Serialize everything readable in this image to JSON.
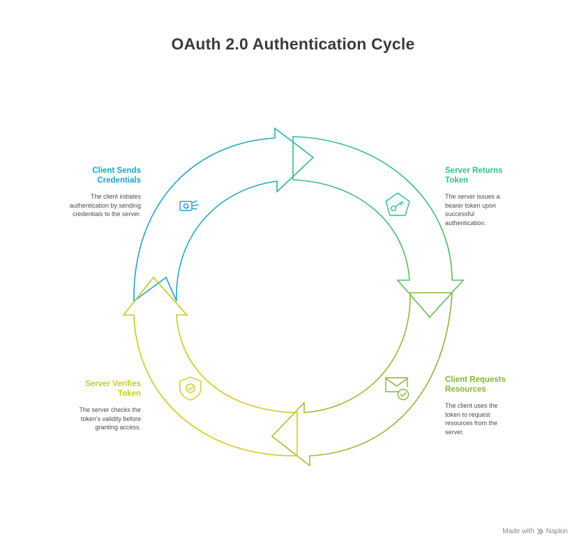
{
  "title": "OAuth 2.0 Authentication Cycle",
  "stages": [
    {
      "heading": "Client Sends Credentials",
      "description": "The client initiates authentication by sending credentials to the server.",
      "color": "#1fa2c7",
      "icon": "credentials-icon"
    },
    {
      "heading": "Server Returns Token",
      "description": "The server issues a bearer token upon successful authentication.",
      "color": "#2fbf8f",
      "icon": "key-icon"
    },
    {
      "heading": "Client Requests Resources",
      "description": "The client uses the token to request resources from the server.",
      "color": "#84b63a",
      "icon": "mail-check-icon"
    },
    {
      "heading": "Server Verifies Token",
      "description": "The server checks the token's validity before granting access.",
      "color": "#c9cc1f",
      "icon": "shield-check-icon"
    }
  ],
  "footer": {
    "made_with": "Made with",
    "brand": "Napkin"
  }
}
